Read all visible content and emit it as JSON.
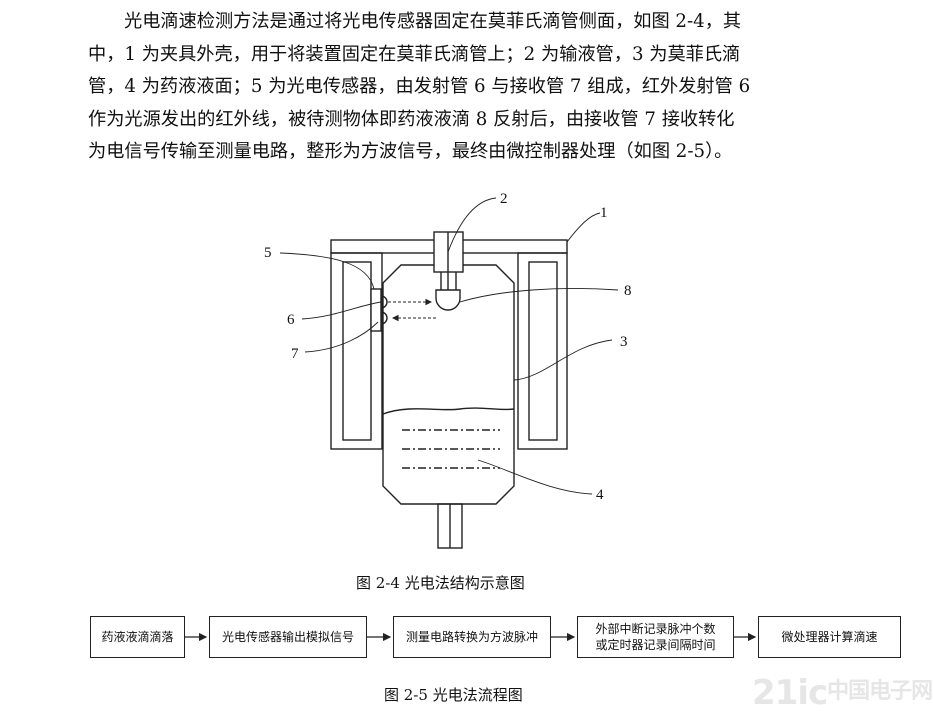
{
  "paragraph": {
    "lines": [
      "光电滴速检测方法是通过将光电传感器固定在莫菲氏滴管侧面，如图 2-4，其",
      "中，1 为夹具外壳，用于将装置固定在莫菲氏滴管上；2 为输液管，3 为莫菲氏滴",
      "管，4 为药液液面；5 为光电传感器，由发射管 6 与接收管 7 组成，红外发射管 6",
      "作为光源发出的红外线，被待测物体即药液液滴 8 反射后，由接收管 7 接收转化",
      "为电信号传输至测量电路，整形为方波信号，最终由微控制器处理（如图 2-5）。"
    ]
  },
  "figure1": {
    "caption": "图 2-4  光电法结构示意图",
    "labels": {
      "l1": "1",
      "l2": "2",
      "l3": "3",
      "l4": "4",
      "l5": "5",
      "l6": "6",
      "l7": "7",
      "l8": "8"
    }
  },
  "figure2": {
    "caption": "图 2-5  光电法流程图",
    "boxes": [
      "药液液滴滴落",
      "光电传感器输出模拟信号",
      "测量电路转换为方波脉冲",
      "外部中断记录脉冲个数\n或定时器记录间隔时间",
      "微处理器计算滴速"
    ]
  },
  "watermark": {
    "main": "21ic",
    "sub": "中国电子网"
  }
}
